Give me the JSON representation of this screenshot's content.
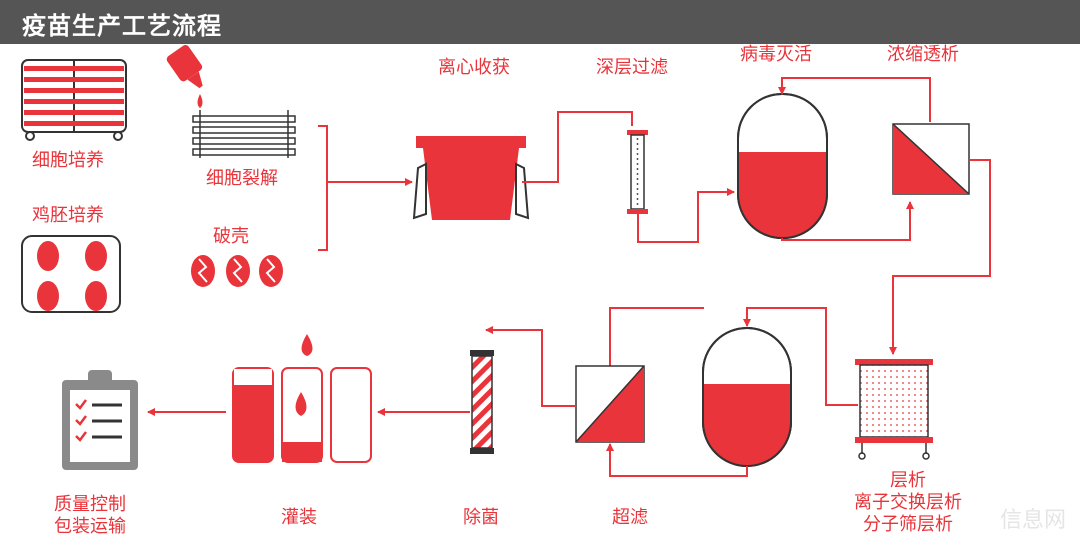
{
  "header": {
    "title": "疫苗生产工艺流程"
  },
  "colors": {
    "accent": "#e8343a",
    "header_bg": "#555555",
    "dark": "#333333",
    "gray": "#8a8a8a"
  },
  "steps": {
    "cell_culture": "细胞培养",
    "egg_culture": "鸡胚培养",
    "lysis": "细胞裂解",
    "shell_break": "破壳",
    "centrifuge": "离心收获",
    "depth_filter": "深层过滤",
    "inactivation": "病毒灭活",
    "concentration": "浓缩透析",
    "chromatography": [
      "层析",
      "离子交换层析",
      "分子筛层析"
    ],
    "ultrafiltration": "超滤",
    "sterilization": "除菌",
    "filling": "灌装",
    "qc": [
      "质量控制",
      "包装运输"
    ]
  },
  "watermark": "信息网"
}
